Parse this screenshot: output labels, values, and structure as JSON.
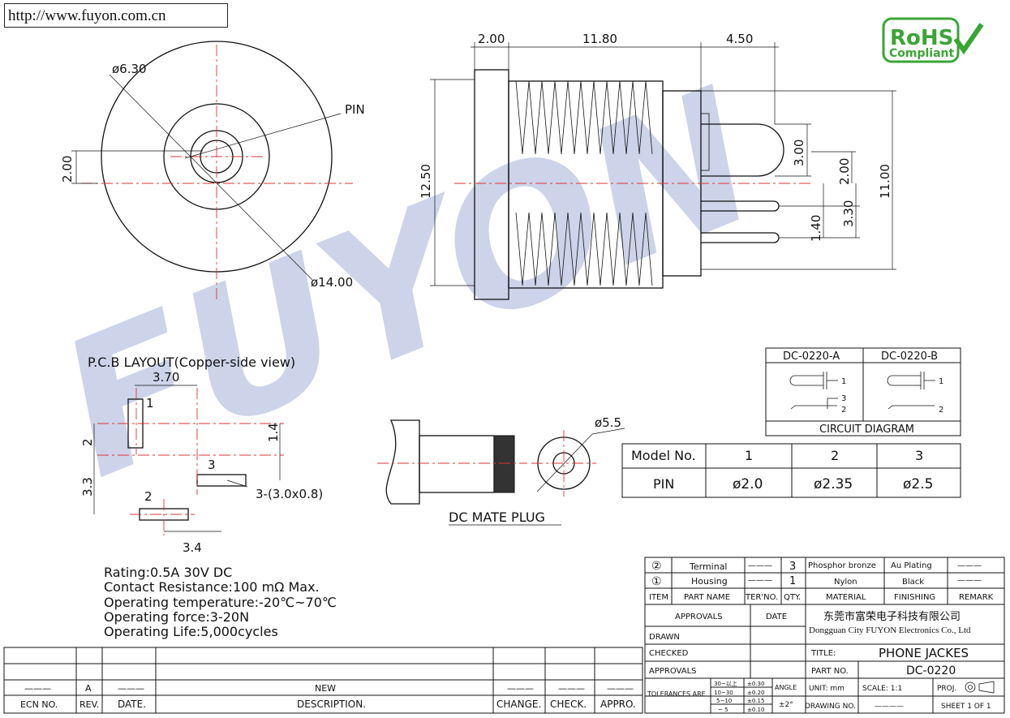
{
  "url": "http://www.fuyon.com.cn",
  "rohs": {
    "line1": "RoHS",
    "line2": "Compliant"
  },
  "watermark": "FUYON",
  "front_view": {
    "d_outer": "ø14.00",
    "d_inner": "ø6.30",
    "pin": "PIN",
    "dim_left": "2.00"
  },
  "side_view": {
    "dim_top_a": "2.00",
    "dim_top_b": "11.80",
    "dim_top_c": "4.50",
    "dim_left": "12.50",
    "dim_r1": "3.00",
    "dim_r2": "2.00",
    "dim_r3": "3.30",
    "dim_r4": "1.40",
    "dim_r5": "11.00"
  },
  "pcb": {
    "title": "P.C.B LAYOUT(Copper-side view)",
    "d1": "3.70",
    "d2": "1.4",
    "d3": "2",
    "d4": "3.3",
    "d5": "3.4",
    "pad1": "1",
    "pad2": "2",
    "pad3": "3",
    "pad_note": "3-(3.0x0.8)"
  },
  "plug": {
    "label": "DC MATE PLUG",
    "dia": "ø5.5"
  },
  "circuit": {
    "col_a": "DC-0220-A",
    "col_b": "DC-0220-B",
    "caption": "CIRCUIT DIAGRAM",
    "p1": "1",
    "p2": "2",
    "p3": "3"
  },
  "model_table": {
    "header": [
      "Model No.",
      "1",
      "2",
      "3"
    ],
    "row": [
      "PIN",
      "ø2.0",
      "ø2.35",
      "ø2.5"
    ]
  },
  "specs": [
    "Rating:0.5A 30V DC",
    "Contact Resistance:100 mΩ Max.",
    "Operating temperature:-20℃~70℃",
    "Operating force:3-20N",
    "Operating Life:5,000cycles"
  ],
  "bom": {
    "rows": [
      {
        "no": "②",
        "name": "Terminal",
        "ter": "———",
        "qty": "3",
        "material": "Phosphor bronze",
        "finishing": "Au Plating",
        "remark": "———"
      },
      {
        "no": "①",
        "name": "Housing",
        "ter": "———",
        "qty": "1",
        "material": "Nylon",
        "finishing": "Black",
        "remark": "———"
      }
    ],
    "header": {
      "item": "ITEM",
      "name": "PART NAME",
      "ter": "TER'NO.",
      "qty": "QTY.",
      "material": "MATERIAL",
      "finishing": "FINISHING",
      "remark": "REMARK"
    }
  },
  "title_block": {
    "approvals": "APPROVALS",
    "date": "DATE",
    "drawn": "DRAWN",
    "checked": "CHECKED",
    "approvals2": "APPROVALS",
    "company_cn": "东莞市富荣电子科技有限公司",
    "company_en": "Dongguan City FUYON Electronics Co., Ltd",
    "title_lbl": "TITLE:",
    "title": "PHONE JACKES",
    "partno_lbl": "PART NO.",
    "partno": "DC-0220",
    "tol_lbl": "TOLERANCES ARE",
    "tol_rows": [
      [
        "30~以上",
        "±0.30"
      ],
      [
        "10~30",
        "±0.20"
      ],
      [
        "5~10",
        "±0.15"
      ],
      [
        "~ 5",
        "±0.10"
      ]
    ],
    "angle": "ANGLE",
    "angle_val": "±2°",
    "unit": "UNIT: mm",
    "scale": "SCALE: 1:1",
    "proj": "PROJ.",
    "drawing_no": "DRAWING NO.",
    "drawing_val": "————",
    "sheet": "SHEET 1 OF 1"
  },
  "revision": {
    "ecn": "ECN NO.",
    "rev": "REV.",
    "date": "DATE.",
    "desc": "DESCRIPTION.",
    "change": "CHANGE.",
    "check": "CHECK.",
    "appro": "APPRO.",
    "row_dash": "———",
    "row_a": "A",
    "row_new": "NEW"
  }
}
